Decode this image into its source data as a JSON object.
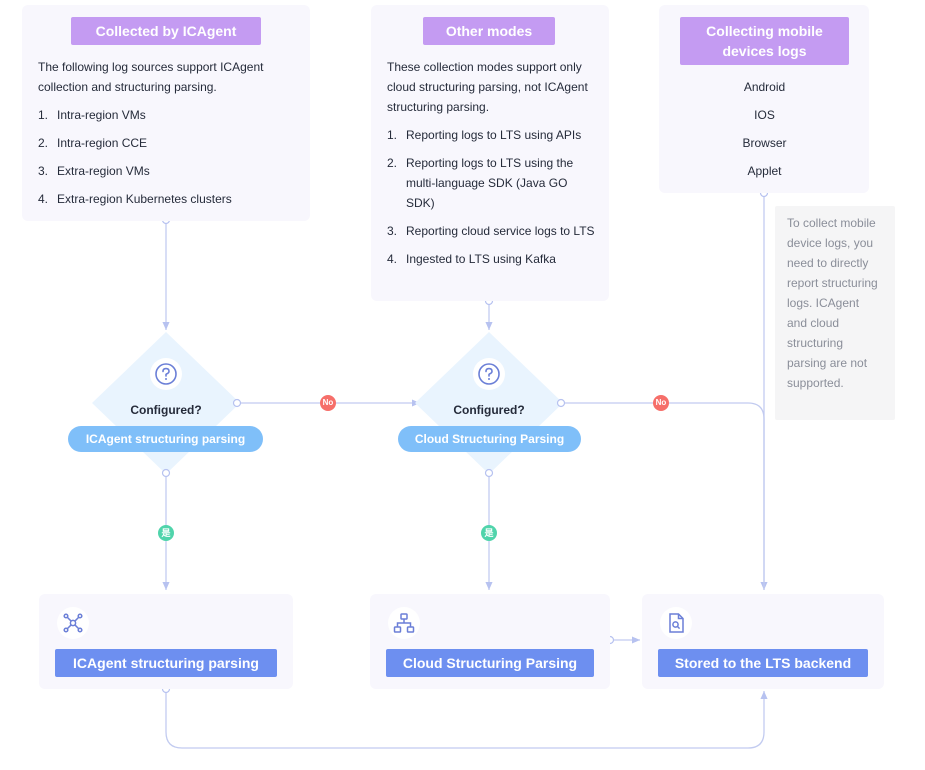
{
  "panels": {
    "icagent": {
      "title": "Collected by ICAgent",
      "intro": "The following log sources support ICAgent collection and structuring parsing.",
      "items": [
        {
          "num": "1.",
          "text": "Intra-region VMs"
        },
        {
          "num": "2.",
          "text": "Intra-region CCE"
        },
        {
          "num": "3.",
          "text": "Extra-region VMs"
        },
        {
          "num": "4.",
          "text": "Extra-region Kubernetes clusters"
        }
      ]
    },
    "other": {
      "title": "Other modes",
      "intro": "These collection modes support only cloud structuring parsing, not ICAgent structuring parsing.",
      "items": [
        {
          "num": "1.",
          "text": "Reporting logs to LTS using APIs"
        },
        {
          "num": "2.",
          "text": "Reporting logs to LTS using the multi-language SDK (Java GO SDK)"
        },
        {
          "num": "3.",
          "text": "Reporting cloud service logs to LTS"
        },
        {
          "num": "4.",
          "text": "Ingested to LTS using Kafka"
        }
      ]
    },
    "mobile": {
      "title": "Collecting mobile devices logs",
      "items": [
        "Android",
        "IOS",
        "Browser",
        "Applet"
      ]
    }
  },
  "note": "To collect mobile device logs, you need to directly report structuring logs. ICAgent and cloud structuring parsing are not supported.",
  "decisions": {
    "left": {
      "question": "Configured?",
      "label": "ICAgent structuring parsing"
    },
    "middle": {
      "question": "Configured?",
      "label": "Cloud Structuring Parsing"
    }
  },
  "badges": {
    "no": "No",
    "yes": "是"
  },
  "results": {
    "icagent": "ICAgent structuring parsing",
    "cloud": "Cloud Structuring Parsing",
    "backend": "Stored to the LTS backend"
  },
  "icons": {
    "question": "question-circle-icon",
    "icagent": "network-nodes-icon",
    "cloud": "hierarchy-icon",
    "backend": "document-search-icon"
  },
  "colors": {
    "panel_bg": "#f8f7fd",
    "title_purple": "#c49bf2",
    "pill_blue": "#7fbff9",
    "button_blue": "#6d8ff0",
    "no_red": "#f66f6a",
    "yes_green": "#50d4ab",
    "line": "#c2cbf0"
  }
}
